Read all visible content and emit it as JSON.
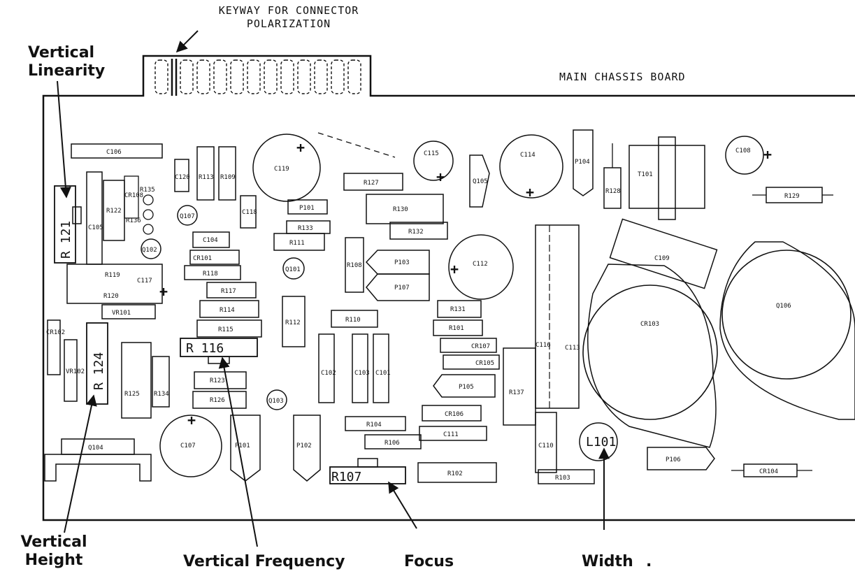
{
  "header": {
    "keyway_line1": "KEYWAY FOR CONNECTOR",
    "keyway_line2": "POLARIZATION",
    "board_title": "MAIN CHASSIS BOARD"
  },
  "callouts": {
    "vertical_linearity_1": "Vertical",
    "vertical_linearity_2": "Linearity",
    "vertical_height_1": "Vertical",
    "vertical_height_2": "Height",
    "vertical_frequency": "Vertical Frequency",
    "focus": "Focus",
    "width": "Width",
    "width_dot": "."
  },
  "pots": {
    "r121": "R 121",
    "r124": "R 124",
    "r116": "R 116",
    "r107": "R107",
    "l101": "L101"
  },
  "components": {
    "c106": "C106",
    "c119": "C119",
    "c115": "C115",
    "q105": "Q105",
    "c114": "C114",
    "p104": "P104",
    "r128": "R128",
    "t101": "T101",
    "c108": "C108",
    "r129": "R129",
    "r127": "R127",
    "p101": "P101",
    "r130": "R130",
    "r132": "R132",
    "r113": "R113",
    "r109": "R109",
    "c120": "C120",
    "c118": "C118",
    "q107": "Q107",
    "r133": "R133",
    "r111": "R111",
    "c104": "C104",
    "cr101": "CR101",
    "r118": "R118",
    "q101": "Q101",
    "c112": "C112",
    "p103": "P103",
    "p107": "P107",
    "r108": "R108",
    "c109": "C109",
    "q106": "Q106",
    "cr103": "CR103",
    "c105": "C105",
    "r122": "R122",
    "r135": "R135",
    "cr108": "CR108",
    "r136": "R136",
    "q102": "Q102",
    "r119": "R119",
    "c117": "C117",
    "r120": "R120",
    "r117": "R117",
    "r114": "R114",
    "vr101": "VR101",
    "r115": "R115",
    "r112": "R112",
    "r110": "R110",
    "r131": "R131",
    "r101": "R101",
    "cr107": "CR107",
    "cr105": "CR105",
    "c116": "C116",
    "c113": "C113",
    "cr102": "CR102",
    "vr102": "VR102",
    "r125": "R125",
    "r134": "R134",
    "r123": "R123",
    "r126": "R126",
    "q103": "Q103",
    "c102": "C102",
    "c103": "C103",
    "c101": "C101",
    "p105": "P105",
    "r137": "R137",
    "cr106": "CR106",
    "r104": "R104",
    "c111": "C111",
    "r106": "R106",
    "c107": "C107",
    "p101b": "P101",
    "p102": "P102",
    "q104": "Q104",
    "r102": "R102",
    "c110": "C110",
    "r103": "R103",
    "p106": "P106",
    "cr104": "CR104",
    "plus": "+"
  }
}
